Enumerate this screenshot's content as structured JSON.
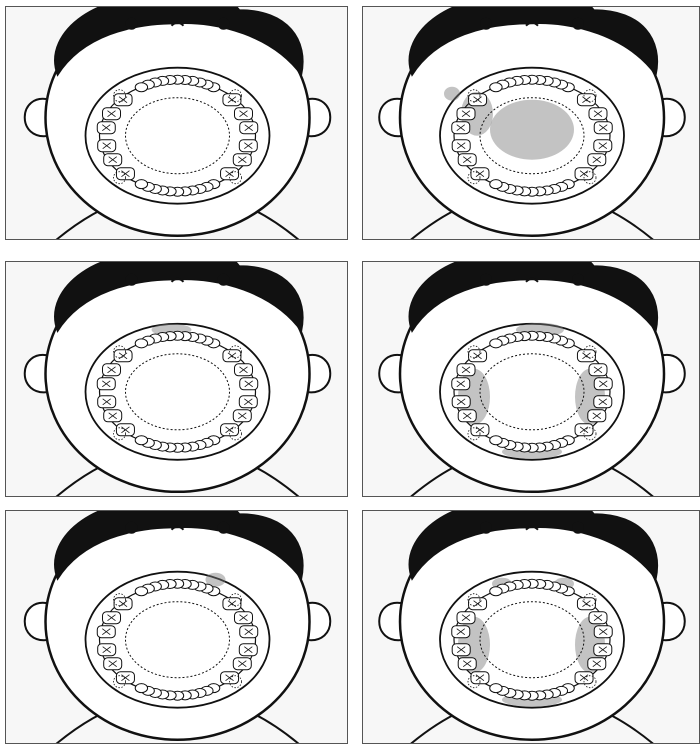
{
  "figure": {
    "rows": 3,
    "cols": 2,
    "panels": [
      {
        "id": "p1",
        "stained_regions": []
      },
      {
        "id": "p2",
        "stained_regions": [
          "upper-right-molars",
          "upper-left-edge",
          "center-wash"
        ]
      },
      {
        "id": "p3",
        "stained_regions": [
          "upper-incisors-light"
        ]
      },
      {
        "id": "p4",
        "stained_regions": [
          "upper-incisors",
          "right-molars",
          "left-molars",
          "lower-incisors"
        ]
      },
      {
        "id": "p5",
        "stained_regions": [
          "upper-left-canine"
        ]
      },
      {
        "id": "p6",
        "stained_regions": [
          "right-molars",
          "left-molars",
          "lower-incisors",
          "upper-canines"
        ]
      }
    ]
  },
  "colors": {
    "line": "#111111",
    "paper": "#f7f7f7",
    "stain": "#7a7a7a"
  }
}
